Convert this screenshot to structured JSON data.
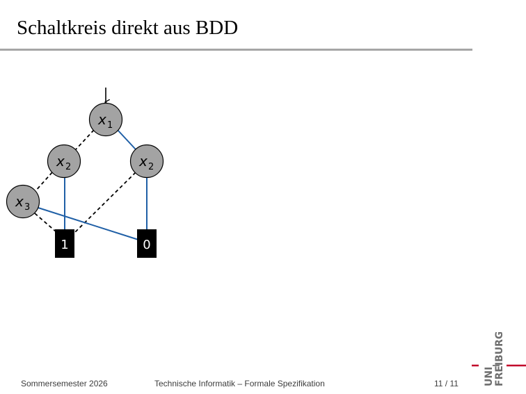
{
  "slide": {
    "title": "Schaltkreis direkt aus BDD"
  },
  "bdd": {
    "nodes": [
      {
        "id": "n1",
        "var": "x",
        "index": "1"
      },
      {
        "id": "n2a",
        "var": "x",
        "index": "2"
      },
      {
        "id": "n2b",
        "var": "x",
        "index": "2"
      },
      {
        "id": "n3",
        "var": "x",
        "index": "3"
      },
      {
        "id": "t1",
        "terminal": "1"
      },
      {
        "id": "t0",
        "terminal": "0"
      }
    ],
    "edges": [
      {
        "from": "n1",
        "to": "n2a",
        "kind": "low"
      },
      {
        "from": "n1",
        "to": "n2b",
        "kind": "high"
      },
      {
        "from": "n2a",
        "to": "n3",
        "kind": "low"
      },
      {
        "from": "n2a",
        "to": "t1",
        "kind": "high"
      },
      {
        "from": "n2b",
        "to": "t1",
        "kind": "low"
      },
      {
        "from": "n2b",
        "to": "t0",
        "kind": "high"
      },
      {
        "from": "n3",
        "to": "t1",
        "kind": "low"
      },
      {
        "from": "n3",
        "to": "t0",
        "kind": "high"
      }
    ],
    "colors": {
      "high_edge": "#1f5fa6",
      "low_edge": "#000000",
      "node_fill": "#a3a3a3",
      "terminal_fill": "#000000"
    }
  },
  "footer": {
    "semester": "Sommersemester 2026",
    "course": "Technische Informatik – Formale Spezifikation",
    "page": "11 / 11"
  },
  "logo": {
    "line1": "UNI",
    "line2": "FREIBURG",
    "accent": "#c1002a"
  }
}
